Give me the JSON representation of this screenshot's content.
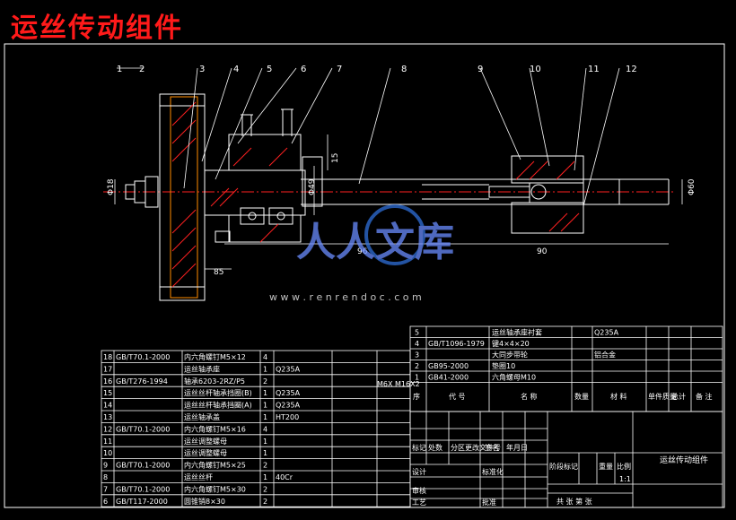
{
  "drawing_title": "运丝传动组件",
  "watermark": {
    "name": "人人文库",
    "url": "w w w . r e n r e n d o c . c o m"
  },
  "balloons": [
    "1",
    "2",
    "3",
    "4",
    "5",
    "6",
    "7",
    "8",
    "9",
    "10",
    "11",
    "12"
  ],
  "dims": {
    "left_dia": "Φ18",
    "hub_h": "15",
    "mid_dia": "Φ49",
    "w96": "96",
    "w90": "90",
    "w85": "85",
    "right_dia": "Φ60"
  },
  "top_table_rows": [
    {
      "no": "5",
      "code": "",
      "name": "运丝轴承座衬套",
      "qty": "",
      "mat": "Q235A"
    },
    {
      "no": "4",
      "code": "GB/T1096-1979",
      "name": "键4×4×20",
      "qty": "",
      "mat": ""
    },
    {
      "no": "3",
      "code": "",
      "name": "大同步带轮",
      "qty": "",
      "mat": "铝合金"
    },
    {
      "no": "2",
      "code": "GB95-2000",
      "name": "垫圈10",
      "qty": "",
      "mat": ""
    },
    {
      "no": "1",
      "code": "GB41-2000",
      "name": "六角螺母M10",
      "qty": "",
      "mat": ""
    }
  ],
  "top_table_header": [
    "序",
    "代 号",
    "名 称",
    "数量",
    "材 料",
    "单件质量",
    "总计",
    "备 注"
  ],
  "bom_rows": [
    {
      "no": "18",
      "code": "GB/T70.1-2000",
      "name": "内六角螺钉M5×12",
      "qty": "4",
      "mat": ""
    },
    {
      "no": "17",
      "code": "",
      "name": "运丝轴承座",
      "qty": "1",
      "mat": "Q235A"
    },
    {
      "no": "16",
      "code": "GB/T276-1994",
      "name": "轴承6203-2RZ/P5",
      "qty": "2",
      "mat": ""
    },
    {
      "no": "15",
      "code": "",
      "name": "运丝丝杆轴承挡圈(B)",
      "qty": "1",
      "mat": "Q235A"
    },
    {
      "no": "14",
      "code": "",
      "name": "运丝丝杆轴承挡圈(A)",
      "qty": "1",
      "mat": "Q235A"
    },
    {
      "no": "13",
      "code": "",
      "name": "运丝轴承盖",
      "qty": "1",
      "mat": "HT200"
    },
    {
      "no": "12",
      "code": "GB/T70.1-2000",
      "name": "内六角螺钉M5×16",
      "qty": "4",
      "mat": ""
    },
    {
      "no": "11",
      "code": "",
      "name": "运丝调整螺母",
      "qty": "1",
      "mat": ""
    },
    {
      "no": "10",
      "code": "",
      "name": "运丝调整螺母",
      "qty": "1",
      "mat": ""
    },
    {
      "no": "9",
      "code": "GB/T70.1-2000",
      "name": "内六角螺钉M5×25",
      "qty": "2",
      "mat": ""
    },
    {
      "no": "8",
      "code": "",
      "name": "运丝丝杆",
      "qty": "1",
      "mat": "40Cr"
    },
    {
      "no": "7",
      "code": "GB/T70.1-2000",
      "name": "内六角螺钉M5×30",
      "qty": "2",
      "mat": ""
    },
    {
      "no": "6",
      "code": "GB/T117-2000",
      "name": "圆锥销8×30",
      "qty": "2",
      "mat": ""
    }
  ],
  "side_code": "M6X M16X2",
  "title_block": {
    "assembly_name": "运丝传动组件",
    "row_labels": [
      "标记",
      "处数",
      "分区",
      "更改文件号",
      "签名",
      "年月日"
    ],
    "design": "设计",
    "standard": "标准化",
    "review": "审核",
    "craft": "工艺",
    "approve": "批准",
    "stage": "阶段标记",
    "weight": "重量",
    "scale": "比例",
    "scale_val": "1:1",
    "sheets": "共 张  第 张"
  }
}
